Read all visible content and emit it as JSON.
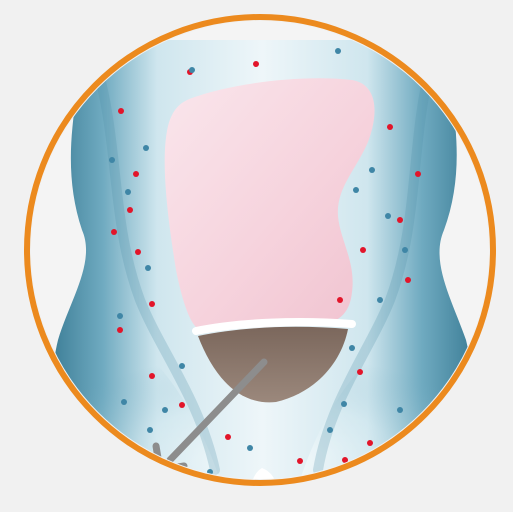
{
  "illustration": {
    "subject": "abdomen-cross-section-illustration",
    "colors": {
      "background": "#f1f1f1",
      "frame_ring": "#ec8a1e",
      "skin_light": "#eef6f9",
      "skin_mid": "#a9d2df",
      "skin_dark": "#4f8ea6",
      "organ_fill": "#f4cbd6",
      "organ_highlight": "#fae6ec",
      "pouch_fill": "#8d7a6e",
      "pouch_rim": "#ffffff",
      "arrow": "#8d8d8d",
      "dot_red": "#e2152a",
      "dot_blue": "#3f86a6"
    },
    "icons": {
      "arrow": "arrow-down-left-icon"
    },
    "dot_counts": {
      "red": 22,
      "blue": 22
    }
  }
}
